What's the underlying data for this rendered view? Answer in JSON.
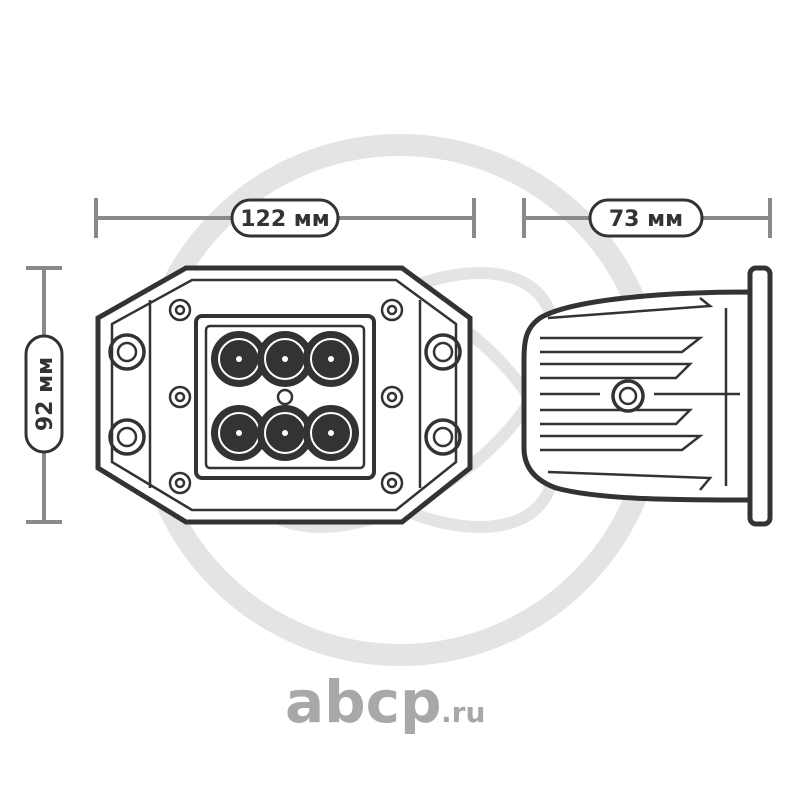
{
  "dimensions": {
    "width_label": "122 мм",
    "depth_label": "73 мм",
    "height_label": "92 мм"
  },
  "watermark": {
    "brand": "abcp",
    "suffix": ".ru"
  },
  "colors": {
    "line": "#333333",
    "dimension_line": "#8a8a8a",
    "watermark": "#a8a8a8",
    "watermark_light": "#e6e6e6"
  }
}
